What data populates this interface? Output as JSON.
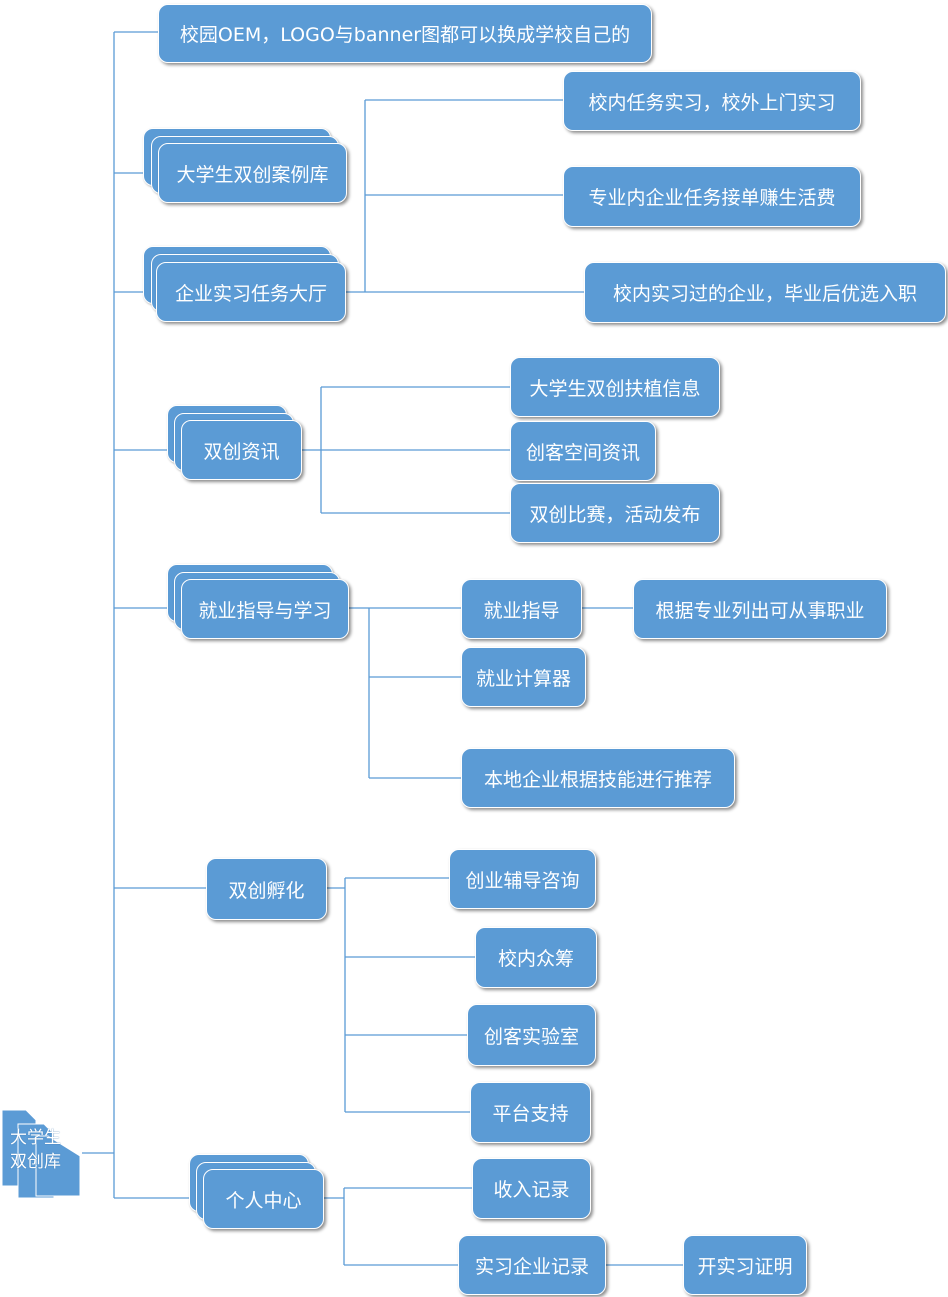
{
  "root": {
    "line1": "大学生",
    "line2": "双创库"
  },
  "branches": {
    "oem": "校园OEM，LOGO与banner图都可以换成学校自己的",
    "cases": "大学生双创案例库",
    "intern_hall": "企业实习任务大厅",
    "news": "双创资讯",
    "employment": "就业指导与学习",
    "incubation": "双创孵化",
    "personal": "个人中心"
  },
  "intern_hall_children": {
    "task_intern": "校内任务实习，校外上门实习",
    "order_income": "专业内企业任务接单赚生活费",
    "priority_job": "校内实习过的企业，毕业后优选入职"
  },
  "news_children": {
    "support_info": "大学生双创扶植信息",
    "maker_space": "创客空间资讯",
    "contest": "双创比赛，活动发布"
  },
  "employment_children": {
    "guidance": "就业指导",
    "careers_by_major": "根据专业列出可从事职业",
    "calculator": "就业计算器",
    "local_recommend": "本地企业根据技能进行推荐"
  },
  "incubation_children": {
    "consulting": "创业辅导咨询",
    "crowdfunding": "校内众筹",
    "maker_lab": "创客实验室",
    "platform_support": "平台支持"
  },
  "personal_children": {
    "income_record": "收入记录",
    "intern_record": "实习企业记录",
    "intern_certificate": "开实习证明"
  },
  "colors": {
    "node_fill": "#5b9bd5",
    "line": "#5b9bd5",
    "text": "#ffffff"
  }
}
